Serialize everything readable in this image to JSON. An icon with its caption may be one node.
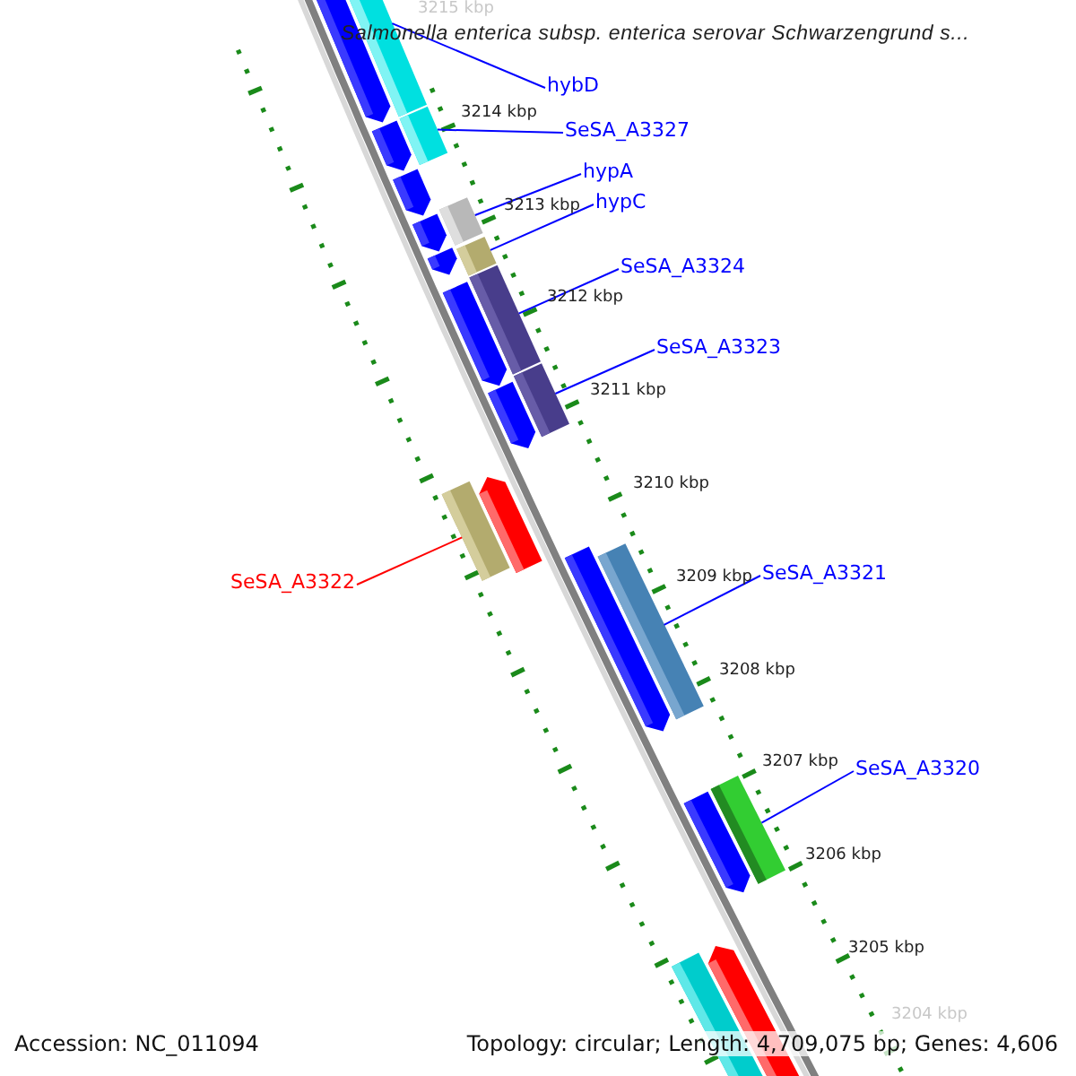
{
  "diagram": {
    "title": "Salmonella enterica subsp. enterica serovar Schwarzengrund s...",
    "nodes": [
      {
        "text": [
          "hybD"
        ]
      },
      {
        "text": [
          "SeSA_A3327"
        ]
      },
      {
        "text": [
          "hypA"
        ]
      },
      {
        "text": [
          "hypC"
        ]
      },
      {
        "text": [
          "SeSA_A3324"
        ]
      },
      {
        "text": [
          "SeSA_A3323"
        ]
      },
      {
        "text": [
          "SeSA_A3322"
        ]
      },
      {
        "text": [
          "SeSA_A3321"
        ]
      },
      {
        "text": [
          "SeSA_A3320"
        ]
      },
      {
        "text": [],
        "shape": "bar"
      },
      {
        "text": [],
        "shape": "bar"
      },
      {
        "text": [],
        "shape": "bar"
      },
      {
        "text": [],
        "shape": "bar"
      },
      {
        "text": [],
        "shape": "bar"
      },
      {
        "text": [],
        "shape": "bar"
      },
      {
        "text": [],
        "shape": "bar"
      },
      {
        "text": [],
        "shape": "bar"
      },
      {
        "text": [],
        "shape": "bar"
      }
    ],
    "edges": [
      {
        "from": 0,
        "to": 9,
        "arrow": "none"
      },
      {
        "from": 1,
        "to": 10,
        "arrow": "none"
      },
      {
        "from": 2,
        "to": 11,
        "arrow": "none"
      },
      {
        "from": 3,
        "to": 12,
        "arrow": "none"
      },
      {
        "from": 4,
        "to": 13,
        "arrow": "none"
      },
      {
        "from": 5,
        "to": 14,
        "arrow": "none"
      },
      {
        "from": 6,
        "to": 15,
        "arrow": "none",
        "color": "#ff0000"
      },
      {
        "from": 7,
        "to": 16,
        "arrow": "none"
      },
      {
        "from": 8,
        "to": 17,
        "arrow": "none"
      }
    ],
    "labels": [
      "3215 kbp",
      "3214 kbp",
      "3213 kbp",
      "3212 kbp",
      "3211 kbp",
      "3210 kbp",
      "3209 kbp",
      "3208 kbp",
      "3207 kbp",
      "3206 kbp",
      "3205 kbp",
      "3204 kbp",
      "Accession: NC_011094",
      "Topology: circular; Length: 4,709,075 bp; Genes: 4,606"
    ]
  }
}
